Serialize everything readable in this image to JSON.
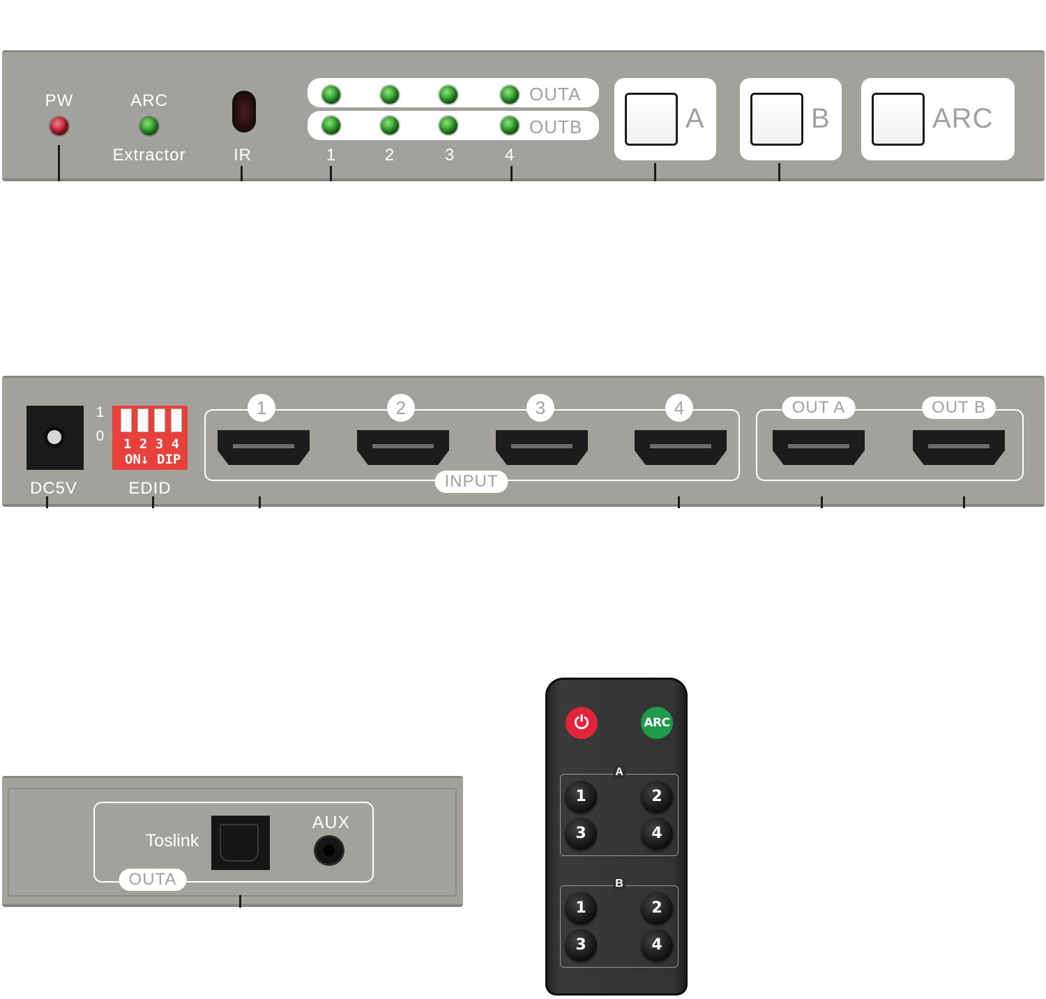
{
  "front_panel": {
    "pw_label": "PW",
    "arc_label": "ARC",
    "extractor_label": "Extractor",
    "ir_label": "IR",
    "out_a_label": "OUTA",
    "out_b_label": "OUTB",
    "channel_labels": [
      "1",
      "2",
      "3",
      "4"
    ],
    "button_a_label": "A",
    "button_b_label": "B",
    "button_arc_label": "ARC"
  },
  "rear_panel": {
    "dc_label": "DC5V",
    "edid_label": "EDID",
    "dip_state_labels": [
      "1",
      "0"
    ],
    "dip_numbers": "1 2 3 4",
    "dip_on_label": "ON↓",
    "dip_label": "DIP",
    "input_numbers": [
      "1",
      "2",
      "3",
      "4"
    ],
    "input_label": "INPUT",
    "out_a_label": "OUT A",
    "out_b_label": "OUT B"
  },
  "side_panel": {
    "toslink_label": "Toslink",
    "aux_label": "AUX",
    "outa_label": "OUTA"
  },
  "remote": {
    "power_symbol": "⏻",
    "arc_label": "ARC",
    "group_a_label": "A",
    "group_b_label": "B",
    "group_a_buttons": [
      "1",
      "2",
      "3",
      "4"
    ],
    "group_b_buttons": [
      "1",
      "2",
      "3",
      "4"
    ]
  },
  "colors": {
    "panel": "#a3a19c",
    "led_green": "#2f9b2a",
    "led_red": "#b81d2e",
    "dip_switch": "#e8403a",
    "remote_power": "#e2243a",
    "remote_arc": "#1f9a4a"
  }
}
